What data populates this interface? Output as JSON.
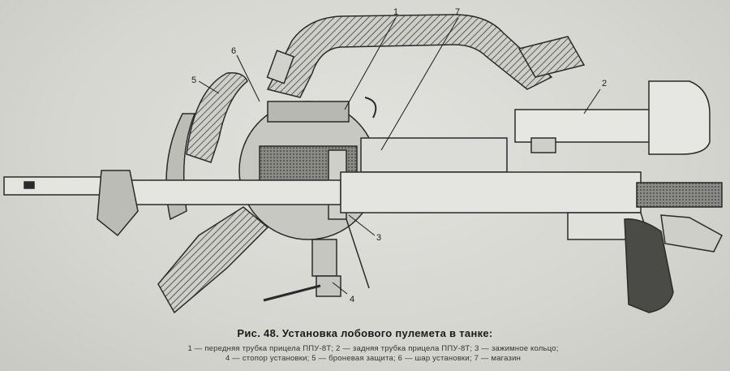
{
  "callouts": {
    "c1": "1",
    "c2": "2",
    "c3": "3",
    "c4": "4",
    "c5": "5",
    "c6": "6",
    "c7": "7"
  },
  "caption": {
    "title": "Рис. 48. Установка лобового пулемета в танке:",
    "legend_line1": "1 — передняя трубка прицела ППУ-8Т; 2 — задняя трубка прицела ППУ-8Т; 3 — зажимное кольцо;",
    "legend_line2": "4 — стопор установки; 5 — броневая защита; 6 — шар установки; 7 — магазин"
  },
  "colors": {
    "ink": "#2a2a2a",
    "hatch": "#6e6e6a",
    "paper": "#d9d9d5"
  }
}
